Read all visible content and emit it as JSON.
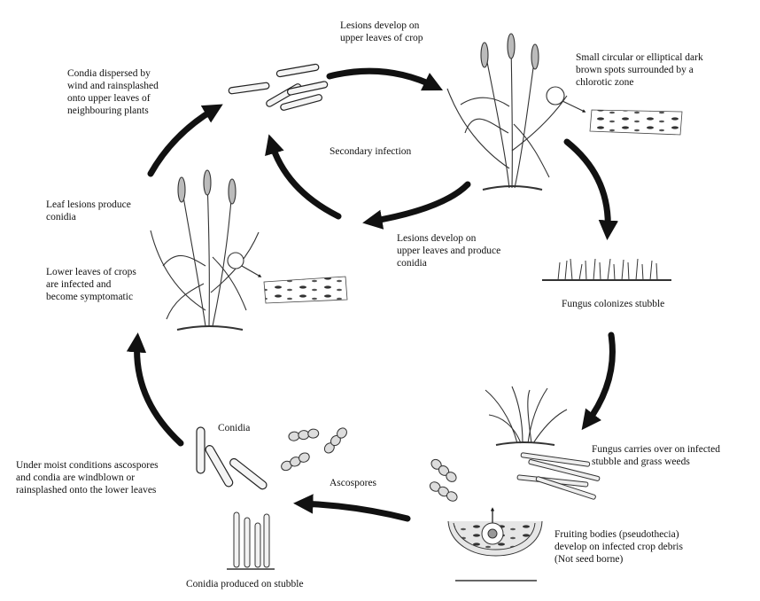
{
  "diagram": {
    "center_label": "Secondary infection",
    "labels": {
      "lesions_develop": "Lesions develop on\nupper leaves of crop",
      "small_spots": "Small circular or elliptical dark\nbrown spots surrounded by a\nchlorotic zone",
      "fungus_colonizes": "Fungus colonizes stubble",
      "fungus_carries": "Fungus carries over on infected\nstubble and grass weeds",
      "fruiting_bodies": "Fruiting bodies (pseudothecia)\ndevelop on infected crop debris\n(Not seed borne)",
      "ascospores": "Ascospores",
      "conidia": "Conidia",
      "conidia_stubble": "Conidia produced on stubble",
      "moist_conditions": "Under moist conditions ascospores\nand condia are windblown or\nrainsplashed onto the lower leaves",
      "lower_leaves": "Lower leaves of crops\nare infected and\nbecome symptomatic",
      "leaf_lesions": "Leaf lesions produce\nconidia",
      "condia_dispersed": "Condia dispersed by\nwind and rainsplashed\nonto upper leaves of\nneighbouring plants",
      "lesions_upper": "Lesions develop on\nupper leaves and produce\nconidia"
    }
  }
}
